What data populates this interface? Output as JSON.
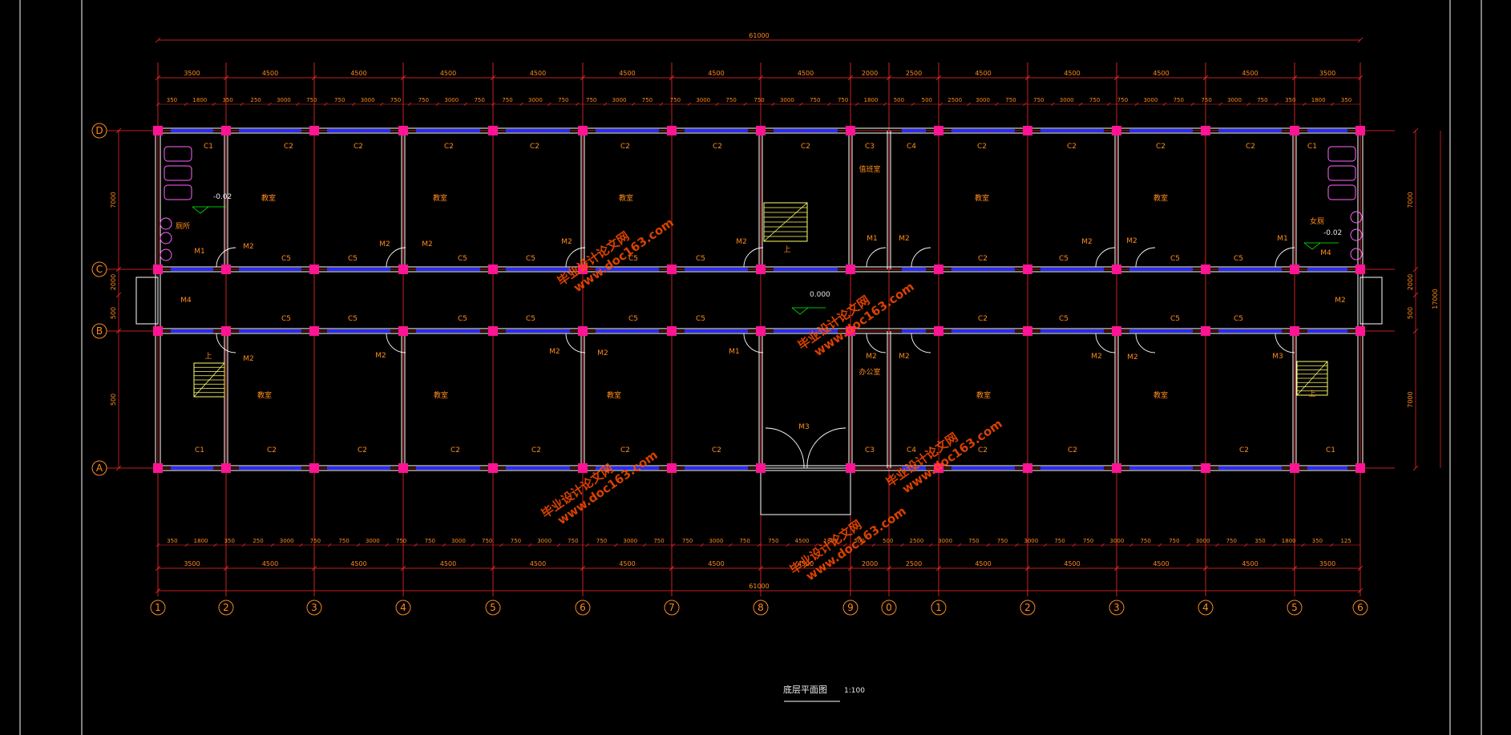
{
  "drawing": {
    "title": "底层平面图",
    "scale": "1:100",
    "colors": {
      "background": "#000000",
      "axis": "#ff2a2a",
      "wall": "#ffffff",
      "window": "#2a2aff",
      "column": "#ff1493",
      "text": "#ff8c1a",
      "stair": "#ffff66",
      "sanitary": "#ff66ff",
      "level_mark": "#00ff00"
    },
    "total_length_top": "61000",
    "total_length_bottom": "61000",
    "total_depth": "17000"
  },
  "axes_x": {
    "labels": [
      "1",
      "2",
      "3",
      "4",
      "5",
      "6",
      "7",
      "8",
      "9",
      "0",
      "1",
      "2",
      "3",
      "4",
      "5",
      "6"
    ]
  },
  "axes_y": {
    "labels": [
      "D",
      "C",
      "B",
      "A"
    ]
  },
  "dims": {
    "bays_top": [
      "3500",
      "4500",
      "4500",
      "4500",
      "4500",
      "4500",
      "4500",
      "4500",
      "2000",
      "2500",
      "4500",
      "4500",
      "4500",
      "4500",
      "3500"
    ],
    "bays_bottom": [
      "3500",
      "4500",
      "4500",
      "4500",
      "4500",
      "4500",
      "4500",
      "4500",
      "2000",
      "2500",
      "4500",
      "4500",
      "4500",
      "4500",
      "3500"
    ],
    "openings_top": [
      "350",
      "1800",
      "350",
      "250",
      "3000",
      "750",
      "750",
      "3000",
      "750",
      "750",
      "3000",
      "750",
      "750",
      "3000",
      "750",
      "750",
      "3000",
      "750",
      "750",
      "3000",
      "750",
      "750",
      "3000",
      "750",
      "750",
      "1800",
      "500",
      "500",
      "2500",
      "3000",
      "750",
      "750",
      "3000",
      "750",
      "750",
      "3000",
      "750",
      "750",
      "3000",
      "750",
      "350",
      "1800",
      "350"
    ],
    "openings_bottom": [
      "350",
      "1800",
      "350",
      "250",
      "3000",
      "750",
      "750",
      "3000",
      "750",
      "750",
      "3000",
      "750",
      "750",
      "3000",
      "750",
      "750",
      "3000",
      "750",
      "750",
      "3000",
      "750",
      "750",
      "4500",
      "1800",
      "500",
      "500",
      "2500",
      "3000",
      "750",
      "750",
      "3000",
      "750",
      "750",
      "3000",
      "750",
      "750",
      "3000",
      "750",
      "350",
      "1800",
      "350",
      "125"
    ],
    "right_vertical": [
      "7000",
      "2000",
      "500",
      "7000",
      "17000"
    ],
    "left_vertical": [
      "7000",
      "2000",
      "500",
      "500",
      "7000"
    ]
  },
  "labels": {
    "windows_D": [
      "C1",
      "C2",
      "C2",
      "C2",
      "C2",
      "C2",
      "C2",
      "C2",
      "C3",
      "C4",
      "C2",
      "C2",
      "C2",
      "C2",
      "C1"
    ],
    "windows_C": [
      "C5",
      "C5",
      "C5",
      "C5",
      "C5",
      "C5",
      "C2",
      "C5",
      "C5",
      "C5"
    ],
    "windows_B": [
      "C5",
      "C5",
      "C5",
      "C5",
      "C5",
      "C5",
      "C2",
      "C5",
      "C5",
      "C5"
    ],
    "windows_A": [
      "C1",
      "C2",
      "C2",
      "C2",
      "C2",
      "C2",
      "C2",
      "C3",
      "C4",
      "C2",
      "C2",
      "C2",
      "C1"
    ],
    "doors": [
      "M1",
      "M2",
      "M2",
      "M2",
      "M2",
      "M2",
      "M1",
      "M2",
      "M2",
      "M2",
      "M1",
      "M4",
      "M4",
      "M2",
      "M2",
      "M2",
      "M2",
      "M2",
      "M1",
      "M2",
      "M2",
      "M2",
      "M2",
      "M3"
    ],
    "rooms_upper": [
      "教室",
      "教室",
      "教室",
      "教室",
      "教室",
      "教室"
    ],
    "rooms_lower": [
      "教室",
      "教室",
      "教室",
      "教室",
      "教室"
    ],
    "toilets": [
      "厕所",
      "女厕"
    ],
    "small_rooms": [
      "办公室",
      "值班室"
    ],
    "elevations": [
      "-0.02",
      "0.000",
      "-0.02"
    ],
    "stair_up": "上"
  },
  "watermark": {
    "brand": "毕业设计论文网",
    "url": "www.doc163.com"
  }
}
